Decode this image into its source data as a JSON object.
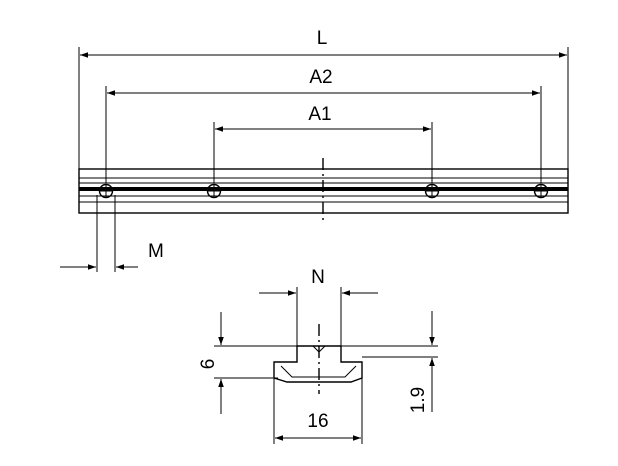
{
  "dimensions": {
    "L": "L",
    "A2": "A2",
    "A1": "A1",
    "M": "M",
    "N": "N",
    "height_6": "6",
    "height_1_9": "1.9",
    "width_16": "16"
  },
  "holes": {
    "count": 4
  },
  "colors": {
    "line": "#000000",
    "background": "#ffffff"
  }
}
